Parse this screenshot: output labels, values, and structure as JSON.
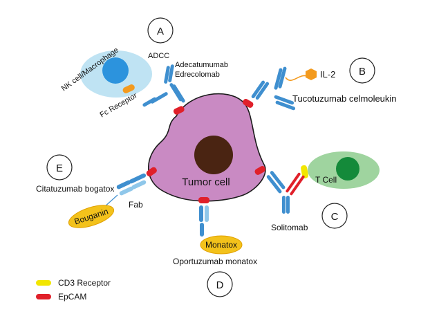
{
  "panels": {
    "a": "A",
    "b": "B",
    "c": "C",
    "d": "D",
    "e": "E"
  },
  "labels": {
    "nk_cell": "NK cell/Macrophage",
    "fc_receptor": "Fc Receptor",
    "adcc": "ADCC",
    "adecatumumab": "Adecatumumab",
    "edrecolomab": "Edrecolomab",
    "il2": "IL-2",
    "tucotuzumab": "Tucotuzumab celmoleukin",
    "tumor_cell": "Tumor cell",
    "t_cell": "T Cell",
    "solitomab": "Solitomab",
    "citatuzumab": "Citatuzumab bogatox",
    "fab": "Fab",
    "bouganin": "Bouganin",
    "monatox": "Monatox",
    "oportuzumab": "Oportuzumab monatox"
  },
  "legend": [
    {
      "label": "CD3 Receptor",
      "color": "#f2e600"
    },
    {
      "label": "EpCAM",
      "color": "#e0202a"
    }
  ],
  "colors": {
    "antibody": "#3f8fcf",
    "antibody_light": "#8fc7ea",
    "tumor_fill": "#c98ac3",
    "tumor_nucleus": "#4a2412",
    "nk_fill": "#bfe3f3",
    "nk_nucleus": "#2c93dd",
    "tcell_fill": "#9fd49f",
    "tcell_nucleus": "#148a3a",
    "toxin_fill": "#f3c21b",
    "il2": "#f39a1e",
    "fc_receptor": "#f39a1e"
  }
}
